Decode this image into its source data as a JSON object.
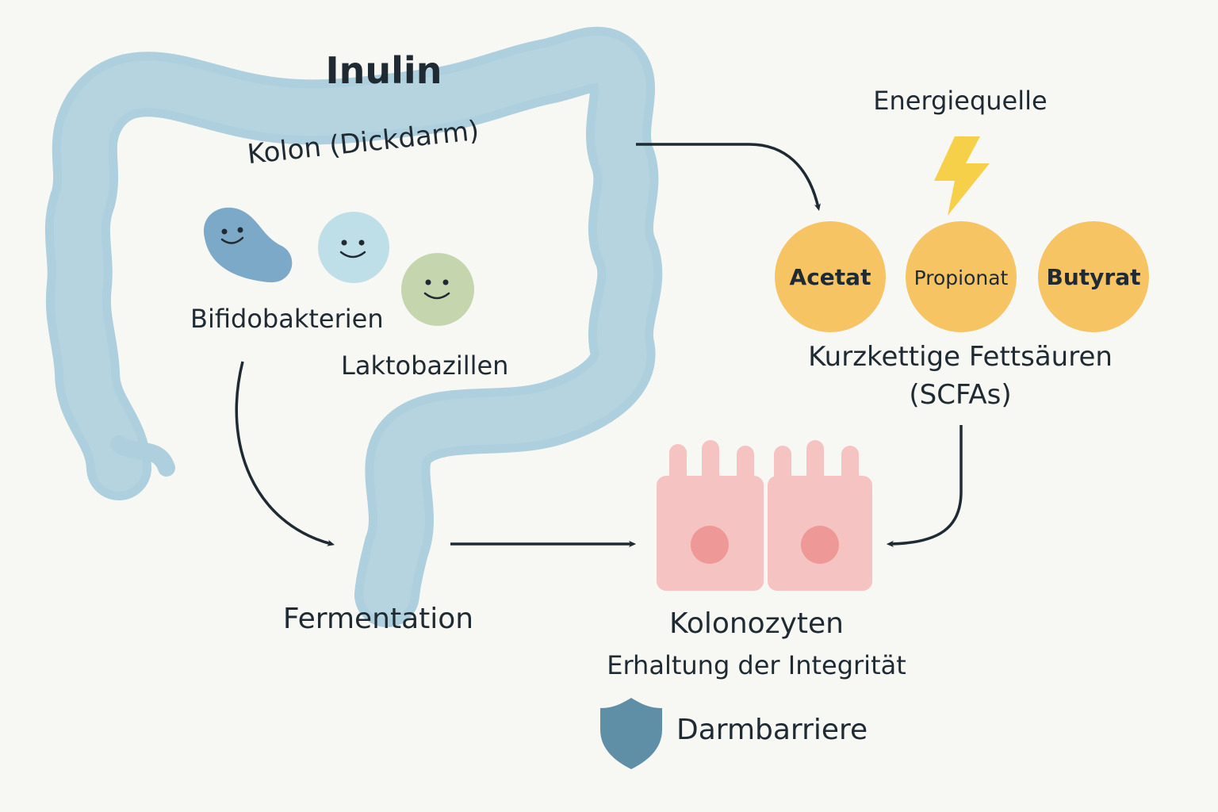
{
  "title": "Inulin",
  "colon_label": "Kolon (Dickdarm)",
  "bacteria": {
    "bifido_label": "Bifidobakterien",
    "lakto_label": "Laktobazillen"
  },
  "fermentation_label": "Fermentation",
  "energy_label": "Energiequelle",
  "scfa": {
    "items": [
      "Acetat",
      "Propionat",
      "Butyrat"
    ],
    "label_line1": "Kurzkettige Fettsäuren",
    "label_line2": "(SCFAs)"
  },
  "colonocytes": {
    "label": "Kolonozyten",
    "sublabel": "Erhaltung der Integrität"
  },
  "barrier_label": "Darmbarriere",
  "colors": {
    "background": "#f7f7f4",
    "colon": "#aecfdd",
    "scfa_circle": "#f6c462",
    "cell_fill": "#f6c3c3",
    "cell_nucleus": "#ee9898",
    "shield": "#5e8fa7",
    "arrow": "#1f2a33",
    "bolt": "#f7d04a",
    "text": "#1f2a33"
  }
}
